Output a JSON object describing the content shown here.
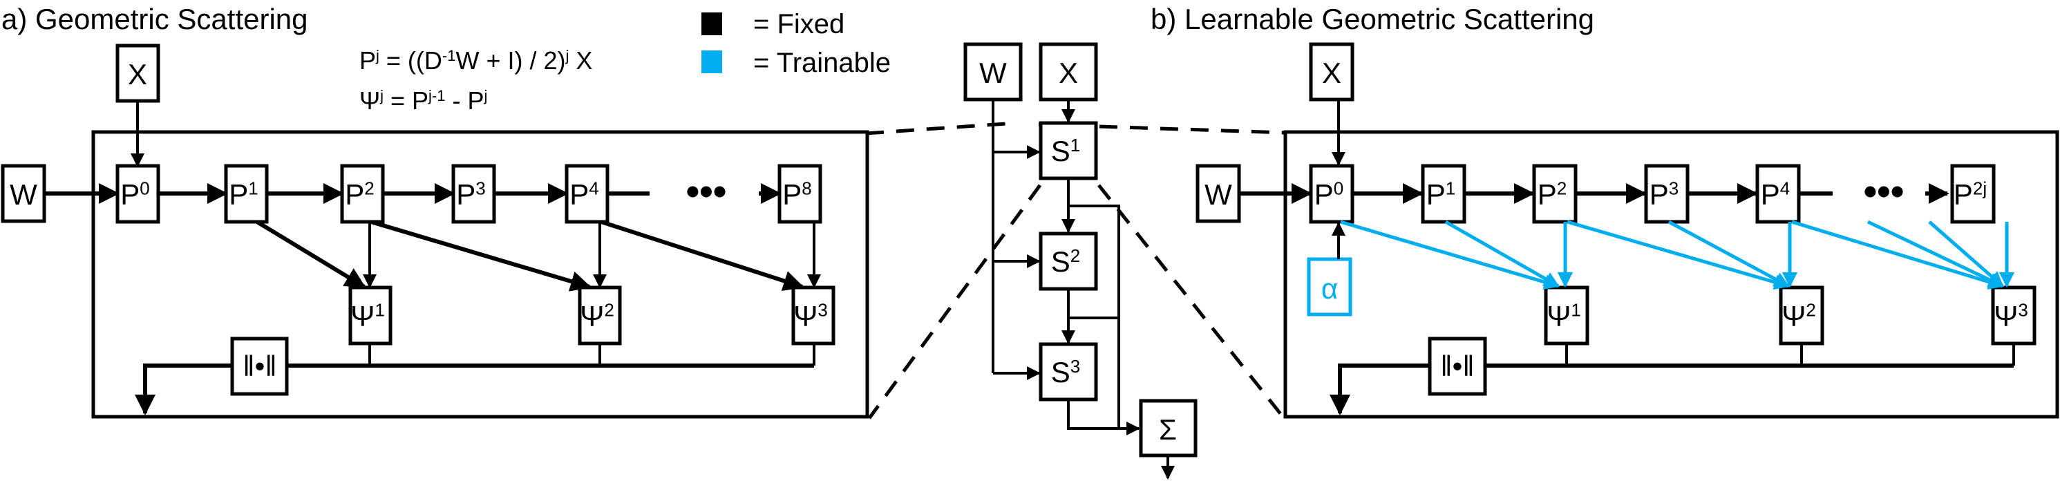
{
  "panel_a": {
    "title": "a) Geometric Scattering",
    "equations": {
      "line1": {
        "lhs": "P",
        "lhs_sup": "j",
        "mid1": " = ((D",
        "mid1_sup": "-1",
        "mid2": "W + I) / 2)",
        "mid2_sup": "j",
        "tail": " X"
      },
      "line2": {
        "lhs": "Ψ",
        "lhs_sup": "j",
        "mid1": " = P",
        "mid1_sup": "j-1",
        "mid2": " - P",
        "mid2_sup": "j"
      }
    },
    "input_x": "X",
    "input_w": "W",
    "p_nodes": [
      {
        "base": "P",
        "sup": "0"
      },
      {
        "base": "P",
        "sup": "1"
      },
      {
        "base": "P",
        "sup": "2"
      },
      {
        "base": "P",
        "sup": "3"
      },
      {
        "base": "P",
        "sup": "4"
      },
      {
        "base": "P",
        "sup": "8"
      }
    ],
    "psi_nodes": [
      {
        "base": "Ψ",
        "sup": "1"
      },
      {
        "base": "Ψ",
        "sup": "2"
      },
      {
        "base": "Ψ",
        "sup": "3"
      }
    ],
    "norm_label": "‖•‖",
    "ellipsis": "•••"
  },
  "legend": {
    "items": [
      {
        "label": "= Fixed",
        "color": "#000000"
      },
      {
        "label": "= Trainable",
        "color": "#00AEEF"
      }
    ]
  },
  "middle": {
    "input_w": "W",
    "input_x": "X",
    "s_nodes": [
      {
        "base": "S",
        "sup": "1"
      },
      {
        "base": "S",
        "sup": "2"
      },
      {
        "base": "S",
        "sup": "3"
      }
    ],
    "sum_label": "Σ"
  },
  "panel_b": {
    "title": "b) Learnable Geometric Scattering",
    "input_x": "X",
    "input_w": "W",
    "alpha_label": "α",
    "p_nodes": [
      {
        "base": "P",
        "sup": "0"
      },
      {
        "base": "P",
        "sup": "1"
      },
      {
        "base": "P",
        "sup": "2"
      },
      {
        "base": "P",
        "sup": "3"
      },
      {
        "base": "P",
        "sup": "4"
      },
      {
        "base": "P",
        "sup": "2j"
      }
    ],
    "psi_nodes": [
      {
        "base": "Ψ",
        "sup": "1"
      },
      {
        "base": "Ψ",
        "sup": "2"
      },
      {
        "base": "Ψ",
        "sup": "3"
      }
    ],
    "norm_label": "‖•‖",
    "ellipsis": "•••"
  },
  "colors": {
    "fixed": "#000000",
    "trainable": "#00AEEF"
  }
}
